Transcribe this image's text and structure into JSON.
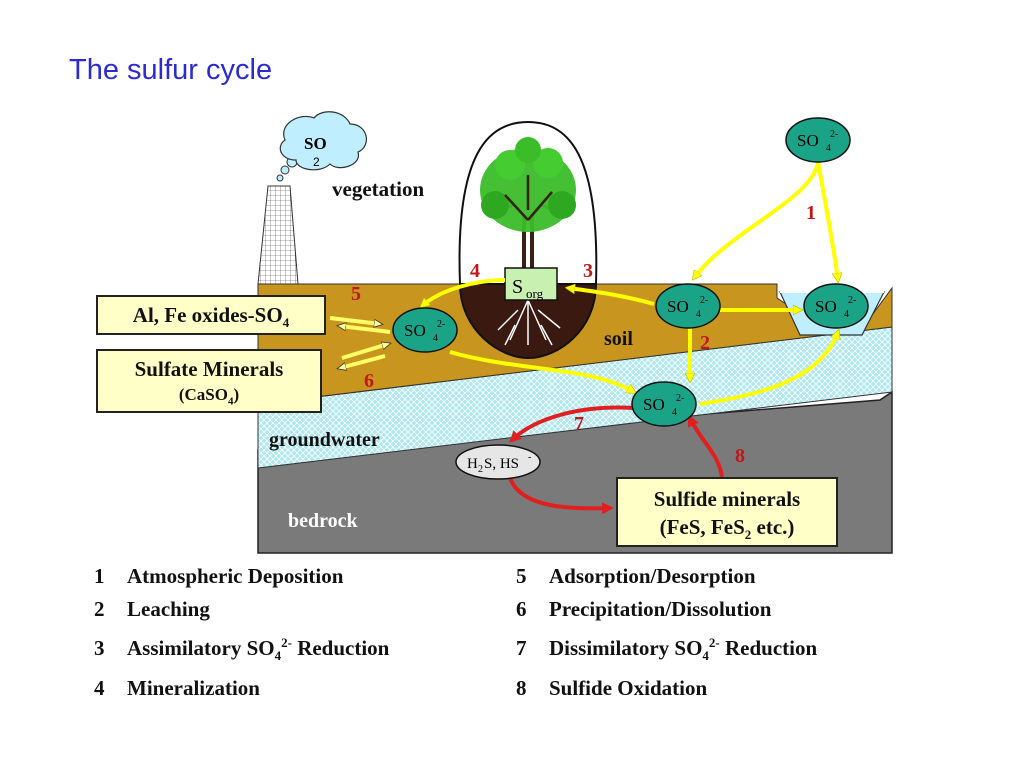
{
  "title": "The sulfur cycle",
  "zones": {
    "vegetation": "vegetation",
    "soil": "soil",
    "groundwater": "groundwater",
    "bedrock": "bedrock"
  },
  "species": {
    "so2_main": "SO",
    "so2_sub": "2",
    "so4_main": "SO",
    "so4_sub": "4",
    "so4_sup": "2-",
    "sorg_main": "S",
    "sorg_sub": "org",
    "h2s_text": "H",
    "h2s_sub": "2",
    "h2s_rest": "S, HS",
    "h2s_sup": "-"
  },
  "boxes": {
    "al_fe": {
      "main": "Al, Fe oxides-SO",
      "sub": "4"
    },
    "sulfate": {
      "line1": "Sulfate Minerals",
      "line2_main": "(CaSO",
      "line2_sub": "4",
      "line2_end": ")"
    },
    "sulfide": {
      "line1": "Sulfide minerals",
      "line2_main": "(FeS, FeS",
      "line2_sub": "2",
      "line2_end": " etc.)"
    }
  },
  "process_numbers": [
    "1",
    "2",
    "3",
    "4",
    "5",
    "6",
    "7",
    "8"
  ],
  "legend": [
    {
      "num": "1",
      "text": "Atmospheric Deposition"
    },
    {
      "num": "2",
      "text": "Leaching"
    },
    {
      "num": "3",
      "text_pre": "Assimilatory SO",
      "sub": "4",
      "sup": "2-",
      "text_post": " Reduction"
    },
    {
      "num": "4",
      "text": "Mineralization"
    },
    {
      "num": "5",
      "text": "Adsorption/Desorption"
    },
    {
      "num": "6",
      "text": "Precipitation/Dissolution"
    },
    {
      "num": "7",
      "text_pre": "Dissimilatory SO",
      "sub": "4",
      "sup": "2-",
      "text_post": " Reduction"
    },
    {
      "num": "8",
      "text": "Sulfide Oxidation"
    }
  ],
  "colors": {
    "title": "#2b2bd0",
    "soil": "#c8961e",
    "groundwater": "#aee8f0",
    "bedrock": "#7a7a7a",
    "so4_fill": "#1aa387",
    "yellow_arrow": "#ffff00",
    "red_arrow": "#e02020",
    "box_fill": "#ffffc8",
    "number_red": "#c01818"
  }
}
